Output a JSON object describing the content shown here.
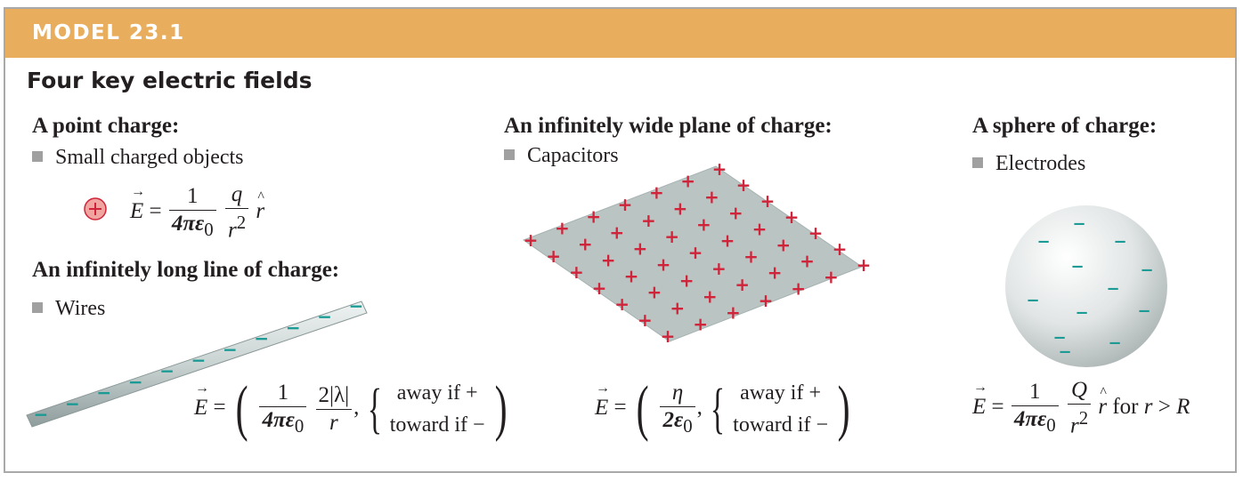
{
  "banner": {
    "label": "MODEL 23.1"
  },
  "main_title": "Four key electric fields",
  "point_charge": {
    "title": "A point charge:",
    "bullet": "Small charged objects",
    "eq": {
      "lhs": "E",
      "eq": "=",
      "num1": "1",
      "den1": "4πε",
      "sub0": "0",
      "num2": "q",
      "den2": "r",
      "sup2": "2",
      "unit": "r"
    }
  },
  "line_charge": {
    "title": "An infinitely long line of charge:",
    "bullet": "Wires",
    "eq": {
      "lhs": "E",
      "eq": "=",
      "num1": "1",
      "den1": "4πε",
      "sub0": "0",
      "num2": "2|λ|",
      "den2": "r",
      "comma": ",",
      "away": "away if  +",
      "toward": "toward if  −"
    }
  },
  "plane_charge": {
    "title": "An infinitely wide plane of charge:",
    "bullet": "Capacitors",
    "eq": {
      "lhs": "E",
      "eq": "=",
      "num1": "η",
      "den1": "2ε",
      "sub0": "0",
      "comma": ",",
      "away": "away if  +",
      "toward": "toward if  −"
    }
  },
  "sphere_charge": {
    "title": "A sphere of charge:",
    "bullet": "Electrodes",
    "eq": {
      "lhs": "E",
      "eq": "=",
      "num1": "1",
      "den1": "4πε",
      "sub0": "0",
      "num2": "Q",
      "den2": "r",
      "sup2": "2",
      "unit": "r",
      "cond_pre": "for",
      "cond_r": "r",
      "cond_gt": ">",
      "cond_R": "R"
    }
  },
  "glyphs": {
    "plus": "+",
    "minus": "−"
  },
  "colors": {
    "banner": "#e8ae5e",
    "plus_red": "#d0243a",
    "minus_teal": "#1a9a94",
    "plane_gray": "#b9c4c3",
    "charge_fill": "#f0a5a0"
  }
}
